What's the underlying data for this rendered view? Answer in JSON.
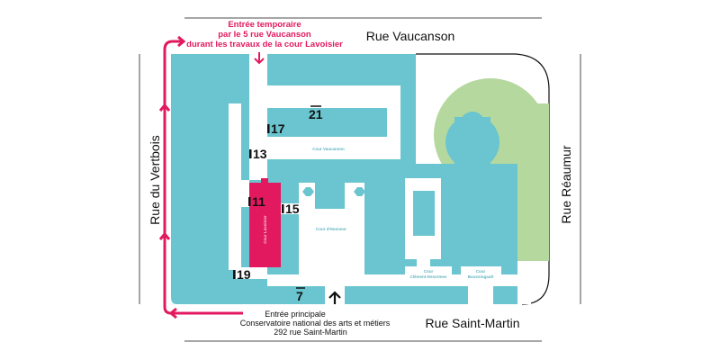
{
  "colors": {
    "building": "#6ac5d0",
    "highlight": "#e2195f",
    "garden": "#b5d89e",
    "street_line": "#888888"
  },
  "streets": {
    "north": "Rue Vaucanson",
    "west": "Rue du Vertbois",
    "east": "Rue Réaumur",
    "south": "Rue Saint-Martin"
  },
  "temporary_entrance": {
    "line1": "Entrée temporaire",
    "line2": "par le 5 rue Vaucanson",
    "line3": "durant les travaux de la cour Lavoisier"
  },
  "main_entrance": {
    "line1": "Entrée principale",
    "line2": "Conservatoire national des arts et métiers",
    "line3": "292 rue Saint-Martin"
  },
  "courtyards": {
    "vaucanson": "Cour Vaucanson",
    "lavoisier": "Cour Lavoisier",
    "honneur": "Cour d'Honneur",
    "clement": "Cour Clément-Desormes",
    "boussingault": "Cour Boussingault"
  },
  "buildings": {
    "b21": "21",
    "b17": "17",
    "b13": "13",
    "b11": "11",
    "b15": "15",
    "b19": "19",
    "b7": "7"
  }
}
